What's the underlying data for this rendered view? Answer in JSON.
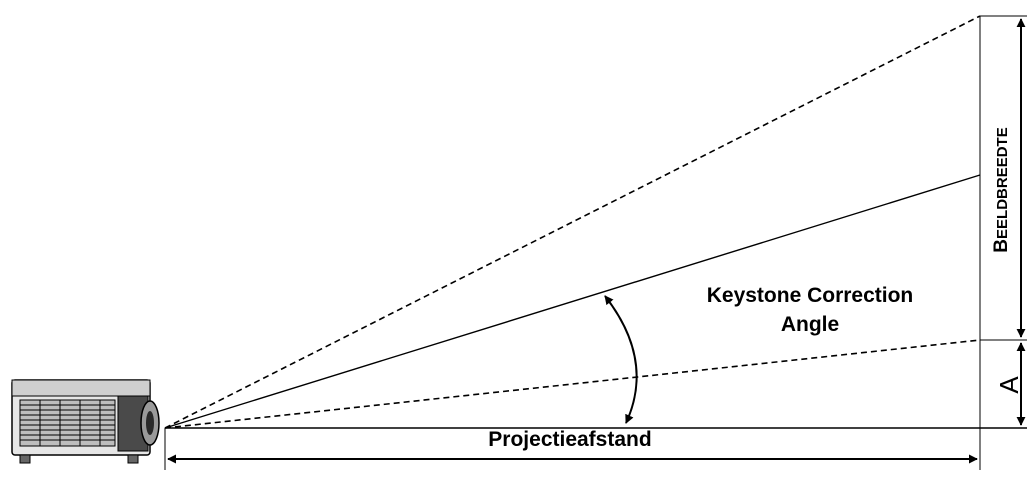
{
  "labels": {
    "keystone_line1": "Keystone Correction",
    "keystone_line2": "Angle",
    "projection_distance": "Projectieafstand",
    "image_width_first": "B",
    "image_width_rest": "EELDBREEDTE",
    "offset_a": "A"
  },
  "colors": {
    "line": "#000000",
    "background": "#ffffff"
  },
  "icons": {
    "projector": "projector-icon"
  }
}
